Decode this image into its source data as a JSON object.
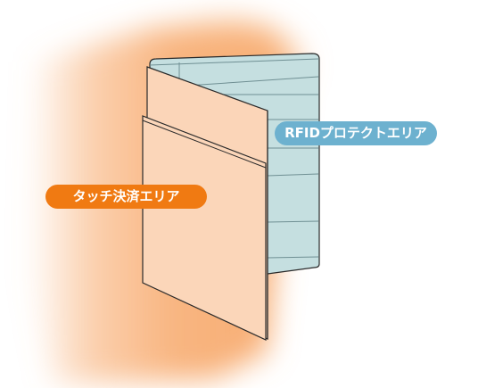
{
  "colors": {
    "touch_accent": "#f07a12",
    "rfid_accent": "#6db1cf",
    "glow": "#f7a86a",
    "front_panel_fill": "#fbd5b8",
    "back_panel_fill": "#c5dfe0",
    "outline": "#2a2a2a",
    "divider": "#6f8f93"
  },
  "labels": {
    "touch_area": "タッチ決済エリア",
    "rfid_area": "RFIDプロテクトエリア"
  },
  "illustration": {
    "subject": "folded-card-wallet",
    "back_panel_divider_count": 6
  }
}
